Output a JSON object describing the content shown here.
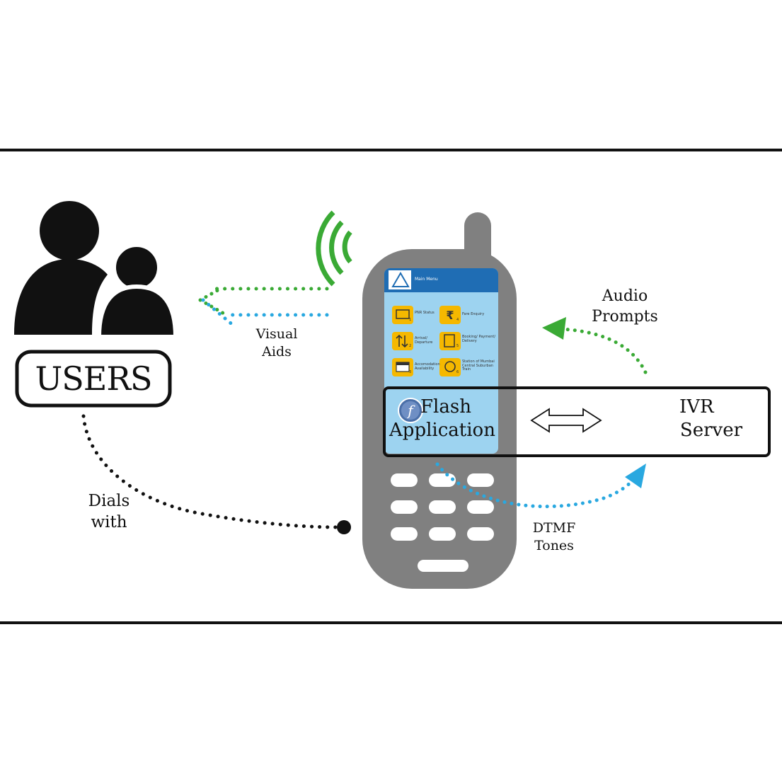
{
  "users": {
    "label": "USERS"
  },
  "labels": {
    "visual_aids": [
      "Visual",
      "Aids"
    ],
    "audio_prompts": [
      "Audio",
      "Prompts"
    ],
    "dials_with": [
      "Dials",
      "with"
    ],
    "dtmf_tones": [
      "DTMF",
      "Tones"
    ],
    "flash_app": [
      "Flash",
      "Application"
    ],
    "ivr_server": [
      "IVR",
      "Server"
    ]
  },
  "screen": {
    "header": "Main Menu",
    "items": [
      "PNR Status",
      "Fare Enquiry",
      "Arrival/ Departure",
      "Booking/ Payment/ Delivery",
      "Accomodation Availability",
      "Station of Mumbai Central Suburban Train"
    ],
    "item_numbers": [
      "1",
      "4",
      "2",
      "5",
      "3",
      "6"
    ]
  },
  "colors": {
    "green": "#3aaa35",
    "blue": "#29a8e0",
    "phone_gray": "#808080",
    "screen_blue": "#9dd3f0",
    "header_blue": "#1f6db4",
    "icon_yellow": "#f5b800"
  }
}
